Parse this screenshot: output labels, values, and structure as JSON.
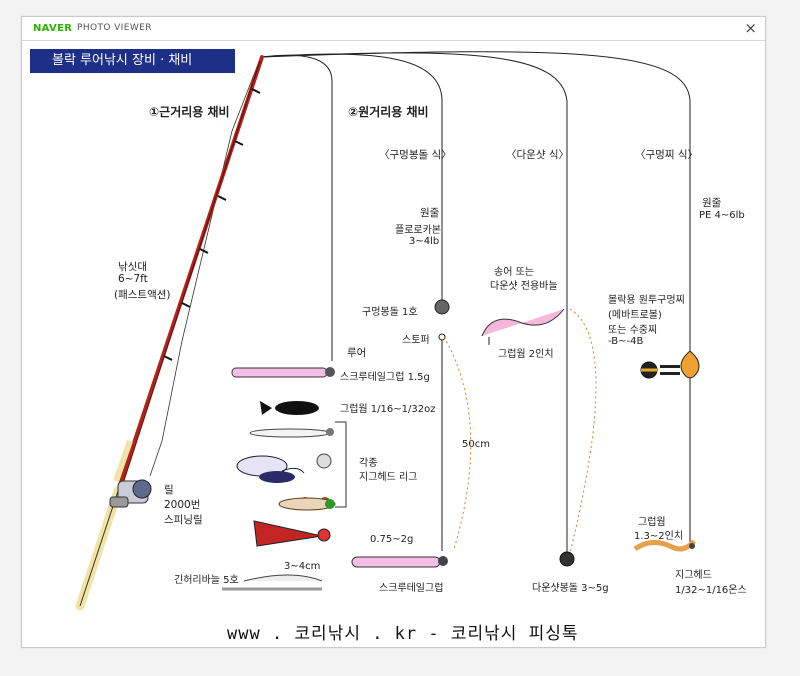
{
  "viewer": {
    "brand": "NAVER",
    "label": "PHOTO VIEWER",
    "close": "×"
  },
  "diagram": {
    "title": "볼락 루어낚시 장비 · 채비",
    "sections": {
      "short": "①근거리용 채비",
      "long": "②원거리용 채비"
    },
    "rigs": {
      "a": "〈구멍봉돌 식〉",
      "b": "〈다운샷 식〉",
      "c": "〈구멍찌 식〉"
    },
    "rod": {
      "name": "낚싯대",
      "spec": "6~7ft",
      "action": "(패스트액션)"
    },
    "reel": {
      "name": "릴",
      "spec": "2000번",
      "type": "스피닝릴"
    },
    "lure": "루어",
    "lures": {
      "screwtail": "스크루테일그럽 1.5g",
      "grub": "그럽웜 1/16~1/32oz",
      "jig_kinds": "각종",
      "jig_head": "지그헤드 리그",
      "long_bar": "긴허리바늘 5호",
      "len": "3~4cm"
    },
    "rigA": {
      "line": "원줄",
      "line_spec1": "플로로카본",
      "line_spec2": "3~4lb",
      "sinker": "구멍봉돌 1호",
      "stopper": "스토퍼",
      "len": "50cm",
      "weight": "0.75~2g",
      "lure": "스크루테일그럽"
    },
    "rigB": {
      "hook1": "송어 또는",
      "hook2": "다운샷 전용바늘",
      "worm": "그럽웜 2인치",
      "sinker": "다운샷봉돌 3~5g"
    },
    "rigC": {
      "line": "원줄",
      "line_spec": "PE 4~6lb",
      "float1": "볼락용 원투구멍찌",
      "float2": "(메바트로볼)",
      "float3": "또는 수중찌",
      "float4": "-B~-4B",
      "grub1": "그럽웜",
      "grub2": "1.3~2인치",
      "jig1": "지그헤드",
      "jig2": "1/32~1/16온스"
    },
    "watermark": "www . 코리낚시 . kr  -  코리낚시 피싱톡",
    "colors": {
      "title_bg": "#1d2f86",
      "rod": "#b1231a",
      "dots": "#e07a1c"
    }
  }
}
